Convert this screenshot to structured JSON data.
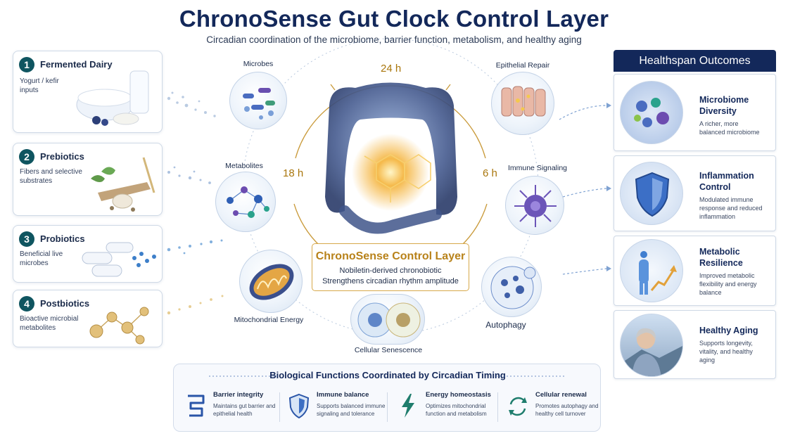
{
  "header": {
    "title": "ChronoSense Gut Clock Control Layer",
    "subtitle": "Circadian coordination of the microbiome, barrier function, metabolism, and healthy aging"
  },
  "inputs": [
    {
      "number": "1",
      "label": "Fermented Dairy",
      "description": "Yogurt / kefir inputs"
    },
    {
      "number": "2",
      "label": "Prebiotics",
      "description": "Fibers and selective substrates"
    },
    {
      "number": "3",
      "label": "Probiotics",
      "description": "Beneficial live microbes"
    },
    {
      "number": "4",
      "label": "Postbiotics",
      "description": "Bioactive microbial metabolites"
    }
  ],
  "clock": {
    "top": "24 h",
    "left": "18 h",
    "right": "6 h"
  },
  "nodes": {
    "microbes": "Microbes",
    "metabolites": "Metabolites",
    "mitochondrial": "Mitochondrial Energy",
    "senescence": "Cellular Senescence",
    "epithelial": "Epithelial Repair",
    "immune": "Immune Signaling",
    "autophagy": "Autophagy"
  },
  "control": {
    "title": "ChronoSense Control Layer",
    "line1": "Nobiletin-derived chronobiotic",
    "line2": "Strengthens circadian rhythm amplitude"
  },
  "outcomes": {
    "heading": "Healthspan Outcomes",
    "items": [
      {
        "title": "Microbiome Diversity",
        "description": "A richer, more balanced microbiome"
      },
      {
        "title": "Inflammation Control",
        "description": "Modulated immune response and reduced inflammation"
      },
      {
        "title": "Metabolic Resilience",
        "description": "Improved metabolic flexibility and energy balance"
      },
      {
        "title": "Healthy Aging",
        "description": "Supports longevity, vitality, and healthy aging"
      }
    ]
  },
  "functions": {
    "heading": "Biological Functions Coordinated by Circadian Timing",
    "items": [
      {
        "icon": "intestine-icon",
        "title": "Barrier integrity",
        "description": "Maintains gut barrier and epithelial health"
      },
      {
        "icon": "shield-icon",
        "title": "Immune balance",
        "description": "Supports balanced immune signaling and tolerance"
      },
      {
        "icon": "lightning-icon",
        "title": "Energy homeostasis",
        "description": "Optimizes mitochondrial function and metabolism"
      },
      {
        "icon": "renewal-cycle-icon",
        "title": "Cellular renewal",
        "description": "Promotes autophagy and healthy cell turnover"
      }
    ]
  },
  "colors": {
    "navy": "#13285a",
    "gold": "#b8821a",
    "teal": "#0f5560",
    "accentBlue": "#5a86c5"
  }
}
